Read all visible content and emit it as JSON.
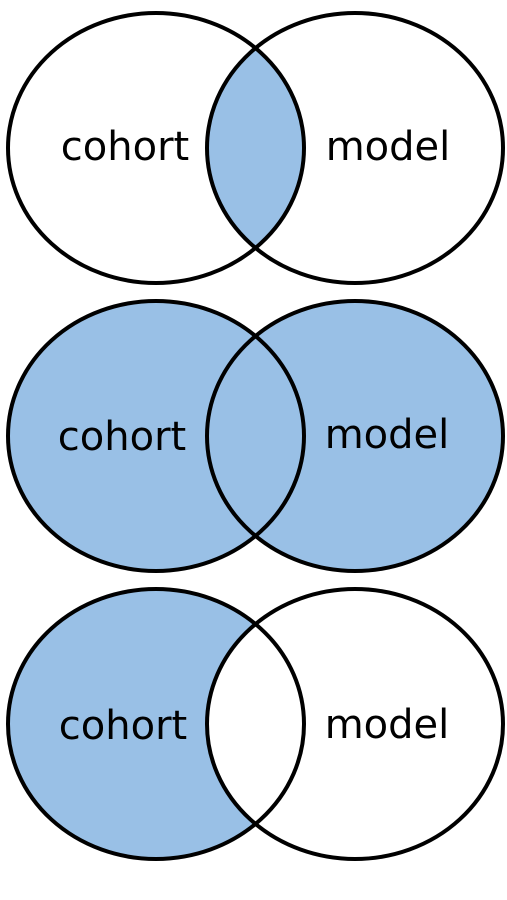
{
  "colors": {
    "fill": "#99C0E6",
    "outline": "#000000",
    "background": "#FFFFFF"
  },
  "diagrams": [
    {
      "left_label": "cohort",
      "right_label": "model",
      "highlight": "intersection"
    },
    {
      "left_label": "cohort",
      "right_label": "model",
      "highlight": "union"
    },
    {
      "left_label": "cohort",
      "right_label": "model",
      "highlight": "left-only"
    }
  ]
}
